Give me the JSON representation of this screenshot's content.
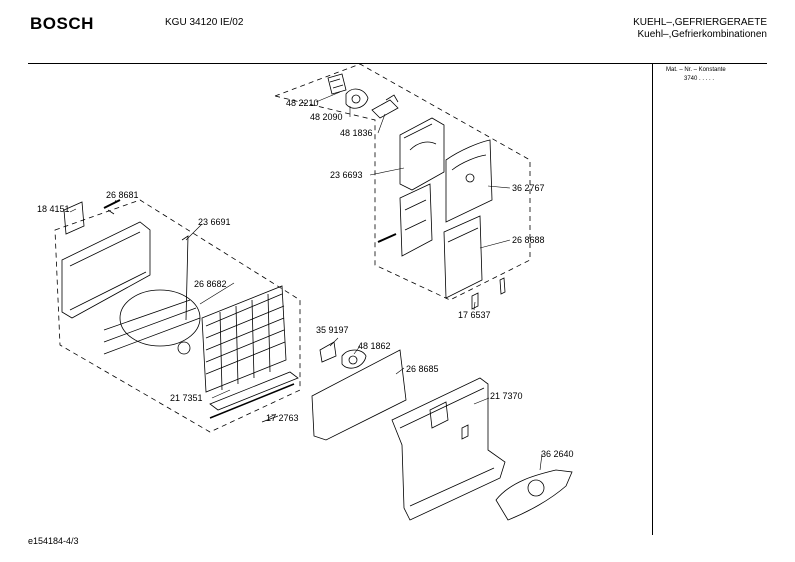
{
  "header": {
    "brand": "BOSCH",
    "model": "KGU 34120 IE/02",
    "title_line1": "KUEHL–,GEFRIERGERAETE",
    "title_line2": "Kuehl–,Gefrierkombinationen"
  },
  "sidebar": {
    "mat_label": "Mat. – Nr. – Konstante",
    "mat_value": "3740   .   .   .   .   ."
  },
  "footer": {
    "doc_id": "e154184-4/3"
  },
  "parts": [
    {
      "id": "p482210",
      "label": "48 2210"
    },
    {
      "id": "p482090",
      "label": "48 2090"
    },
    {
      "id": "p481836",
      "label": "48 1836"
    },
    {
      "id": "p236693",
      "label": "23 6693"
    },
    {
      "id": "p362767",
      "label": "36 2767"
    },
    {
      "id": "p268688",
      "label": "26 8688"
    },
    {
      "id": "p176537",
      "label": "17 6537"
    },
    {
      "id": "p268681",
      "label": "26 8681"
    },
    {
      "id": "p184151",
      "label": "18 4151"
    },
    {
      "id": "p236691",
      "label": "23 6691"
    },
    {
      "id": "p268682",
      "label": "26 8682"
    },
    {
      "id": "p359197",
      "label": "35 9197"
    },
    {
      "id": "p481862",
      "label": "48 1862"
    },
    {
      "id": "p268685",
      "label": "26 8685"
    },
    {
      "id": "p217351",
      "label": "21 7351"
    },
    {
      "id": "p217370",
      "label": "21 7370"
    },
    {
      "id": "p172763",
      "label": "17 2763"
    },
    {
      "id": "p362640",
      "label": "36 2640"
    }
  ]
}
